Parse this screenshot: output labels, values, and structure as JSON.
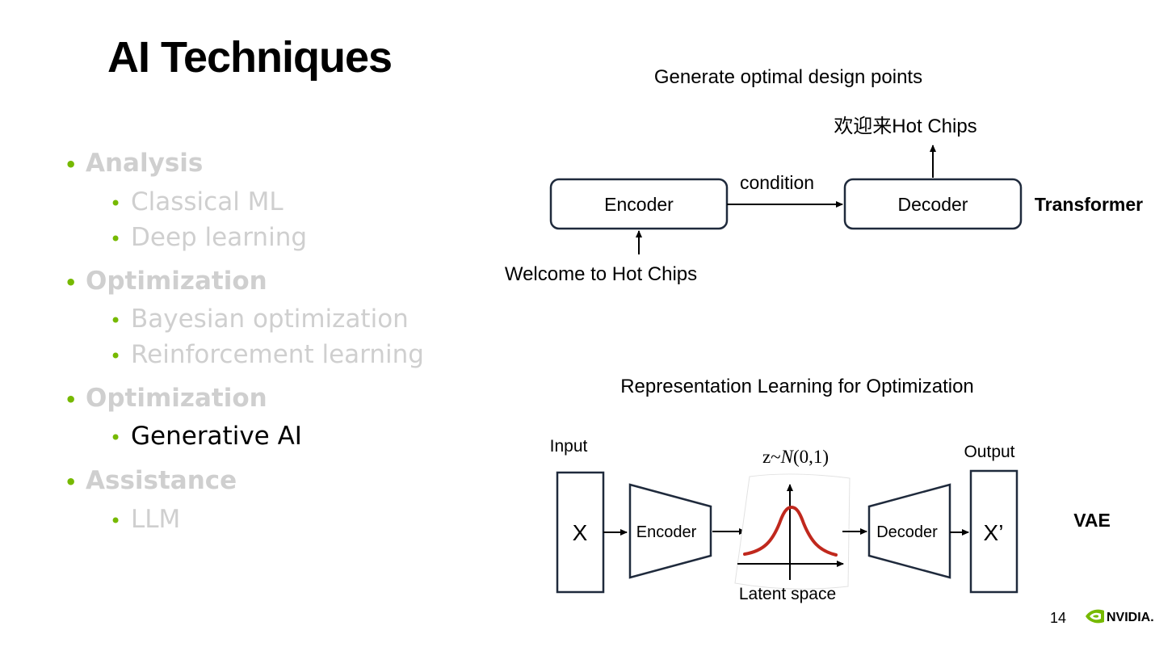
{
  "slide": {
    "title": "AI Techniques",
    "page_number": "14",
    "logo_text": "NVIDIA."
  },
  "bullets": [
    {
      "label": "Analysis",
      "level": 1,
      "active": false
    },
    {
      "label": "Classical ML",
      "level": 2,
      "active": false
    },
    {
      "label": "Deep learning",
      "level": 2,
      "active": false
    },
    {
      "label": "Optimization",
      "level": 1,
      "active": false
    },
    {
      "label": "Bayesian optimization",
      "level": 2,
      "active": false
    },
    {
      "label": "Reinforcement learning",
      "level": 2,
      "active": false
    },
    {
      "label": "Optimization",
      "level": 1,
      "active": false
    },
    {
      "label": "Generative AI",
      "level": 2,
      "active": true
    },
    {
      "label": "Assistance",
      "level": 1,
      "active": false
    },
    {
      "label": "LLM",
      "level": 2,
      "active": false
    }
  ],
  "transformer": {
    "heading": "Generate optimal design points",
    "encoder": "Encoder",
    "decoder": "Decoder",
    "edge": "condition",
    "input": "Welcome to Hot Chips",
    "output": "欢迎来Hot Chips",
    "label": "Transformer"
  },
  "vae": {
    "heading": "Representation Learning for Optimization",
    "input_label": "Input",
    "output_label": "Output",
    "x": "X",
    "x_prime": "X’",
    "encoder": "Encoder",
    "decoder": "Decoder",
    "prior": "z~",
    "prior_dist": "N",
    "prior_params": "(0,1)",
    "latent_label": "Latent space",
    "label": "VAE"
  },
  "colors": {
    "accent": "#76b900",
    "box_stroke": "#1f2a3c",
    "curve": "#c0281d",
    "muted": "#cfcfcf"
  }
}
